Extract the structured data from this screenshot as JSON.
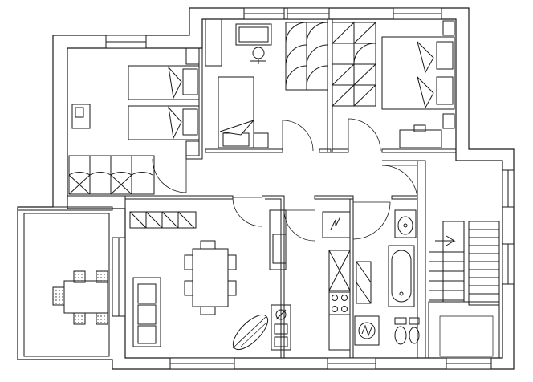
{
  "drawing": {
    "type": "architectural floor plan",
    "line_color": "#1a1a1a",
    "fill_color": "#ffffff",
    "rooms": [
      {
        "id": "bedroom-twin",
        "furniture": [
          "twin-beds",
          "wardrobe",
          "desk-chair",
          "side-table"
        ]
      },
      {
        "id": "bedroom-single",
        "furniture": [
          "single-bed",
          "desk",
          "office-chair",
          "wardrobe"
        ]
      },
      {
        "id": "bedroom-master",
        "furniture": [
          "double-bed",
          "nightstands",
          "wardrobe",
          "dresser"
        ]
      },
      {
        "id": "living-dining",
        "furniture": [
          "dining-table",
          "chairs",
          "sofa",
          "bookshelf"
        ]
      },
      {
        "id": "kitchen",
        "furniture": [
          "counter",
          "hob",
          "sink",
          "fridge"
        ]
      },
      {
        "id": "bathroom",
        "furniture": [
          "bathtub",
          "washbasin",
          "toilet",
          "bidet",
          "washing-machine"
        ]
      },
      {
        "id": "terrace",
        "furniture": [
          "outdoor-table",
          "outdoor-chairs"
        ]
      },
      {
        "id": "stairwell",
        "furniture": [
          "stairs"
        ]
      },
      {
        "id": "hallway",
        "furniture": []
      }
    ]
  }
}
